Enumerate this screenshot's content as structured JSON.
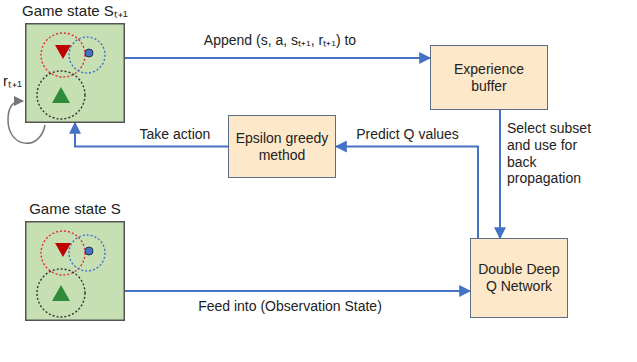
{
  "diagram": {
    "nodes": [
      {
        "text": [
          "Game state Sₜ₊₁"
        ]
      },
      {
        "text": [
          "Experience buffer"
        ]
      },
      {
        "text": [
          "Epsilon greedy method"
        ]
      },
      {
        "text": [
          "Game state S"
        ]
      },
      {
        "text": [
          "Double Deep Q Network"
        ]
      }
    ],
    "edges": [
      {
        "from": 0,
        "to": 1,
        "label": "Append (s, a, sₜ₊₁, rₜ₊₁) to",
        "arrow": "to"
      },
      {
        "from": 1,
        "to": 4,
        "label": "Select subset and use for back propagation",
        "arrow": "to"
      },
      {
        "from": 4,
        "to": 2,
        "label": "Predict Q values",
        "arrow": "to"
      },
      {
        "from": 2,
        "to": 0,
        "label": "Take action",
        "arrow": "to"
      },
      {
        "from": 3,
        "to": 4,
        "label": "Feed into (Observation State)",
        "arrow": "to"
      }
    ],
    "labels": [
      "rₜ₊₁"
    ]
  }
}
